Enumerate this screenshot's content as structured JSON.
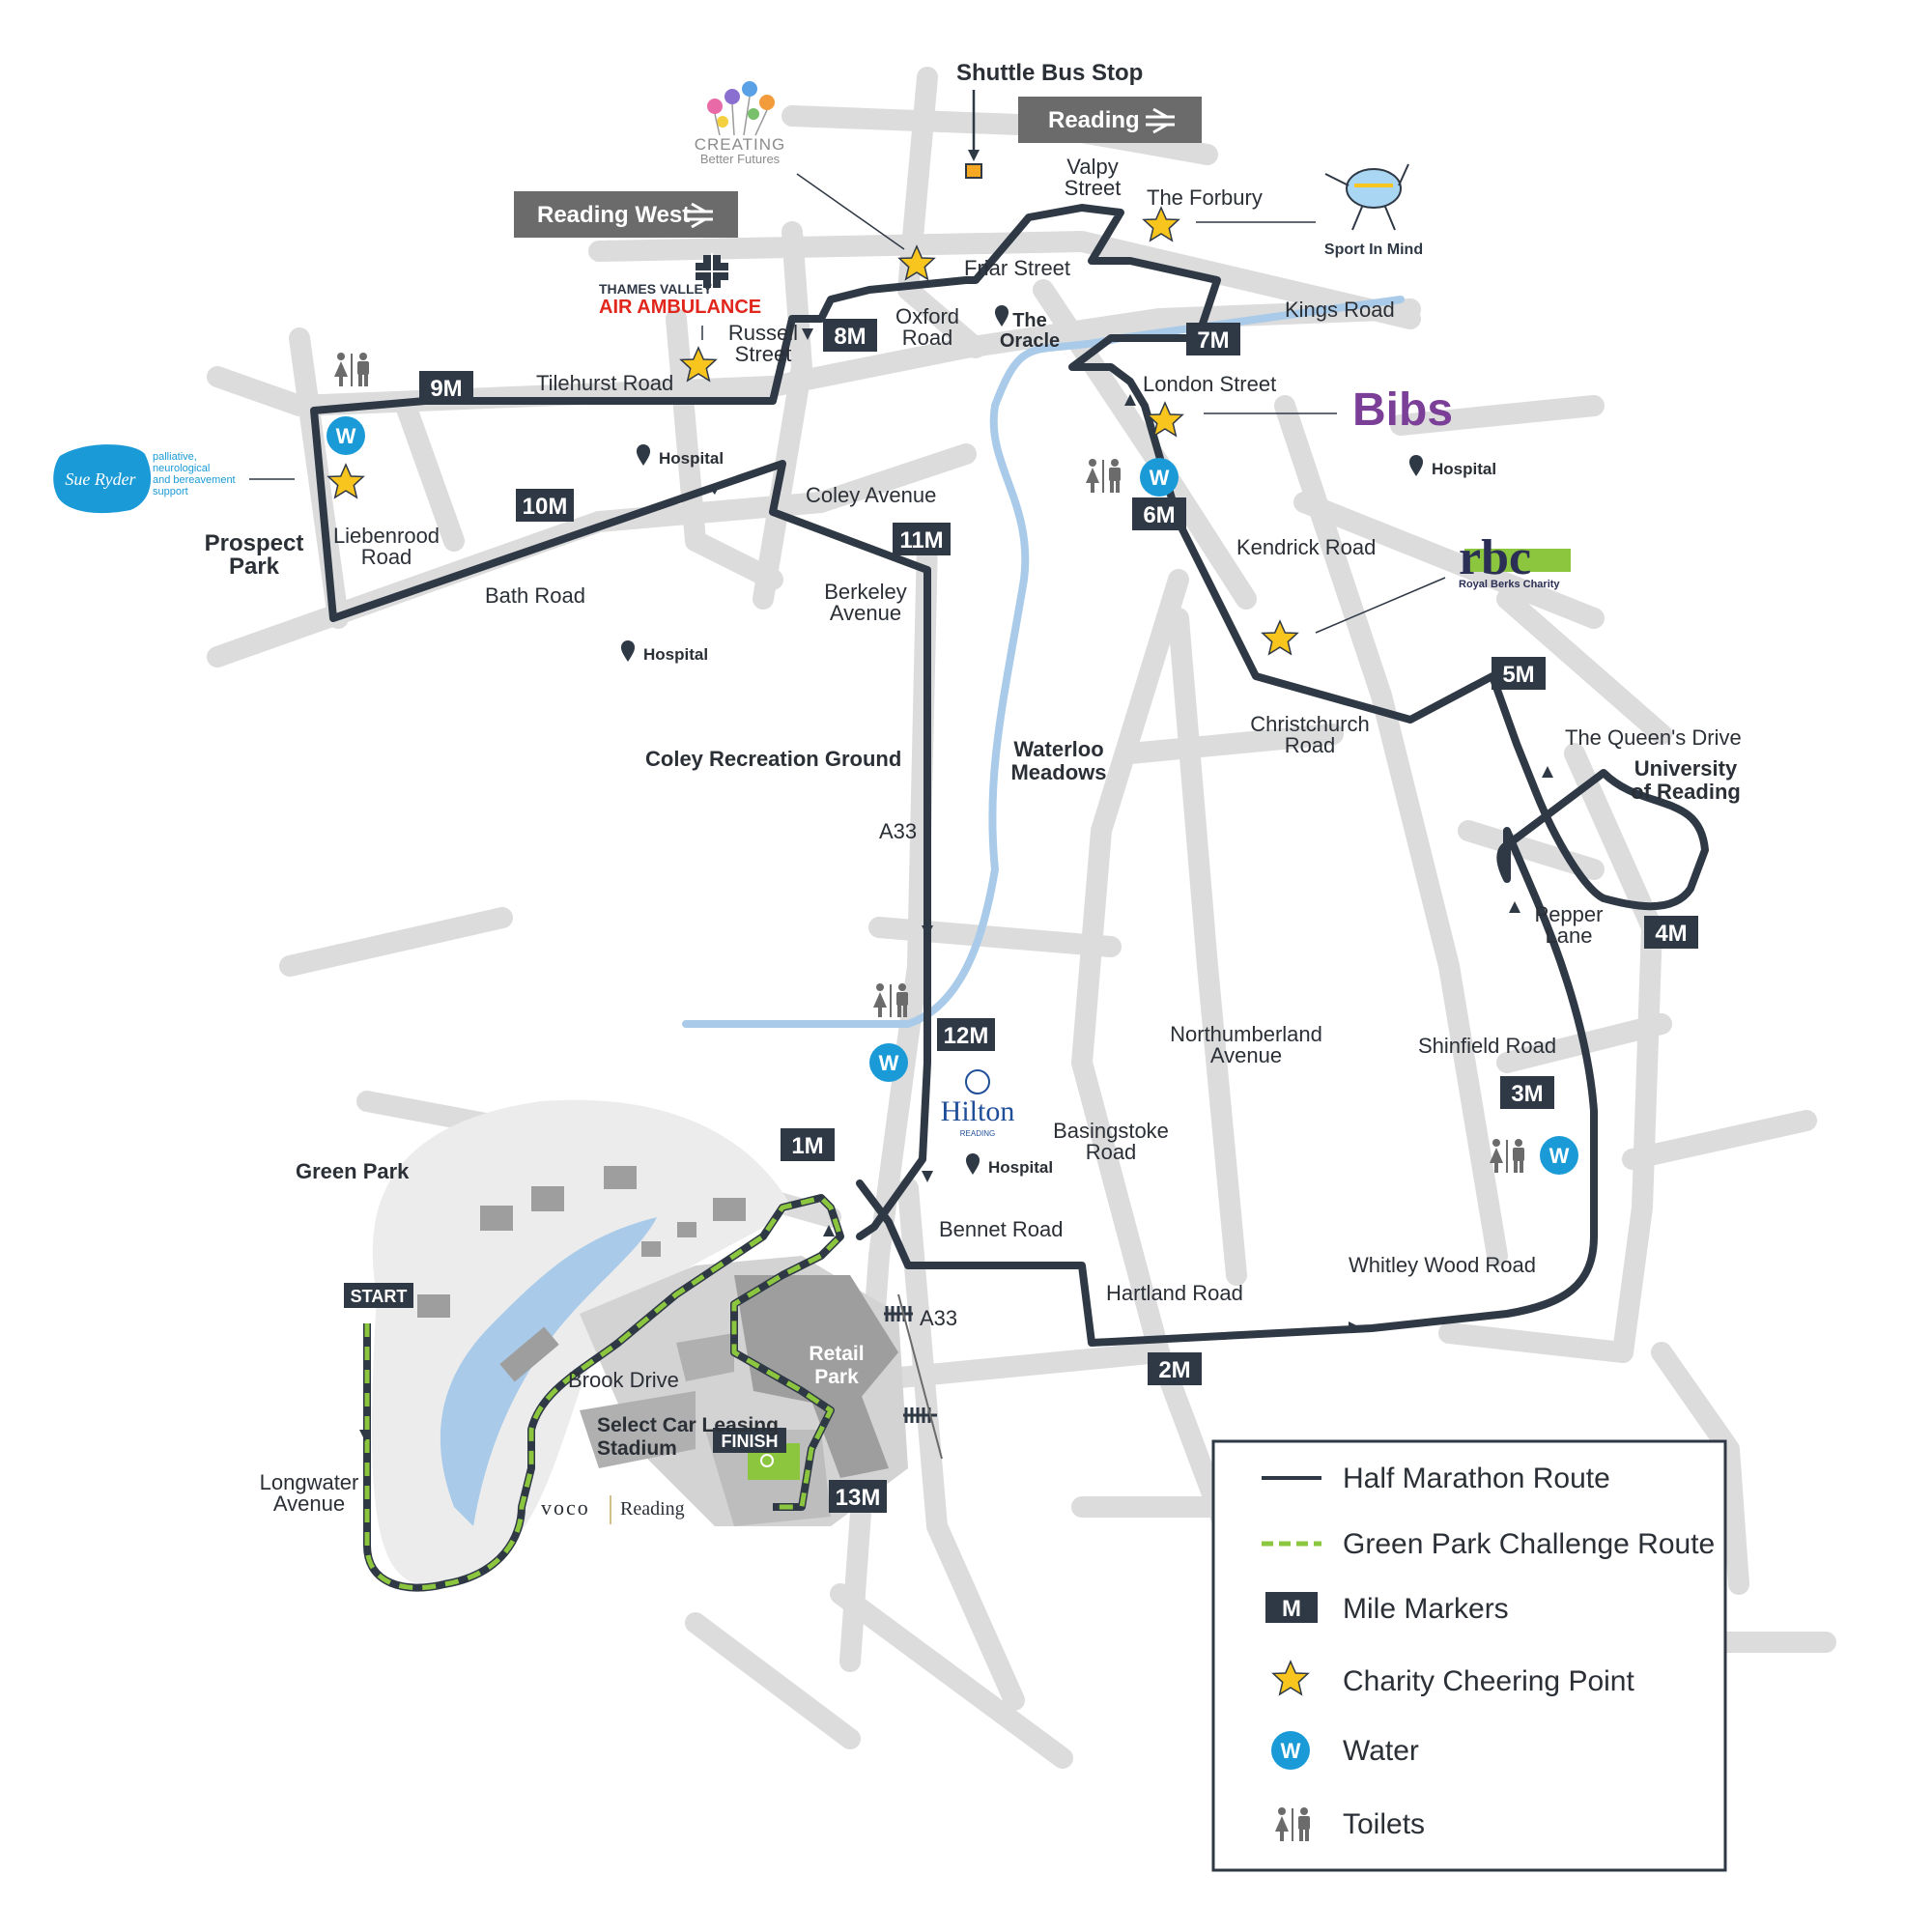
{
  "stations": {
    "reading": "Reading",
    "reading_west": "Reading West",
    "shuttle": "Shuttle Bus Stop"
  },
  "markers": {
    "start": "START",
    "finish": "FINISH",
    "miles": [
      "1M",
      "2M",
      "3M",
      "4M",
      "5M",
      "6M",
      "7M",
      "8M",
      "9M",
      "10M",
      "11M",
      "12M",
      "13M"
    ]
  },
  "streets": {
    "valpy": [
      "Valpy",
      "Street"
    ],
    "forbury": "The Forbury",
    "friar": "Friar Street",
    "oxford": [
      "Oxford",
      "Road"
    ],
    "oracle": [
      "The",
      "Oracle"
    ],
    "kings": "Kings Road",
    "russell": [
      "Russell",
      "Street"
    ],
    "tilehurst": "Tilehurst Road",
    "london": "London Street",
    "coley_ave": "Coley Avenue",
    "kendrick": "Kendrick Road",
    "liebenrood": [
      "Liebenrood",
      "Road"
    ],
    "bath": "Bath Road",
    "berkeley": [
      "Berkeley",
      "Avenue"
    ],
    "christchurch": [
      "Christchurch",
      "Road"
    ],
    "queens": "The Queen's Drive",
    "a33_north": "A33",
    "pepper": [
      "Pepper",
      "Lane"
    ],
    "northumberland": [
      "Northumberland",
      "Avenue"
    ],
    "shinfield": "Shinfield Road",
    "basingstoke": [
      "Basingstoke",
      "Road"
    ],
    "bennet": "Bennet Road",
    "whitley": "Whitley Wood Road",
    "hartland": "Hartland Road",
    "a33_south": "A33",
    "brook": "Brook Drive",
    "longwater": [
      "Longwater",
      "Avenue"
    ]
  },
  "areas": {
    "prospect": [
      "Prospect",
      "Park"
    ],
    "coley_rec": "Coley Recreation Ground",
    "waterloo": [
      "Waterloo",
      "Meadows"
    ],
    "university": [
      "University",
      "of Reading"
    ],
    "green_park": "Green Park",
    "retail": [
      "Retail",
      "Park"
    ],
    "stadium": [
      "Select Car Leasing",
      "Stadium"
    ]
  },
  "hospital_label": "Hospital",
  "water_symbol": "W",
  "charities": {
    "creating": [
      "CREATING",
      "Better Futures"
    ],
    "tvaa": [
      "THAMES VALLEY",
      "AIR AMBULANCE"
    ],
    "sport_in_mind": "Sport In Mind",
    "sue_ryder": {
      "name": "Sue Ryder",
      "tag": [
        "palliative,",
        "neurological",
        "and bereavement",
        "support"
      ]
    },
    "bibs": "Bibs",
    "rbc": {
      "logo": "rbc",
      "name": "Royal Berks Charity"
    }
  },
  "hotels": {
    "hilton": {
      "name": "Hilton",
      "sub": "READING"
    },
    "voco": {
      "name": "voco",
      "sub": "Reading"
    }
  },
  "legend": {
    "items": [
      {
        "key": "route",
        "label": "Half Marathon Route"
      },
      {
        "key": "challenge",
        "label": "Green Park Challenge Route"
      },
      {
        "key": "mile",
        "label": "Mile Markers",
        "symbol": "M"
      },
      {
        "key": "cheer",
        "label": "Charity Cheering Point"
      },
      {
        "key": "water",
        "label": "Water",
        "symbol": "W"
      },
      {
        "key": "toilets",
        "label": "Toilets"
      }
    ]
  },
  "colors": {
    "route": "#2f3845",
    "road": "#dcdcdc",
    "river": "#a9cbe9",
    "water_badge": "#1a9ad6",
    "challenge": "#8cc63f",
    "star": "#f7c51e",
    "station": "#6b6b6b",
    "tvaa_red": "#e1261c",
    "bibs_purple": "#7b3f98",
    "rbc_green": "#8cc63f"
  },
  "icons": [
    "toilet-icon",
    "water-icon",
    "star-icon",
    "hospital-pin-icon",
    "rail-icon"
  ]
}
